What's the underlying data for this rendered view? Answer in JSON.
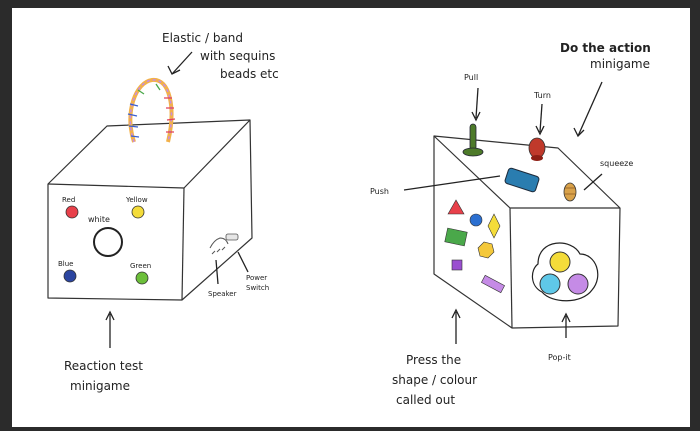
{
  "left_box": {
    "elastic_label_line1": "Elastic / band",
    "elastic_label_line2": "with sequins",
    "elastic_label_line3": "beads etc",
    "buttons": {
      "red": "Red",
      "yellow": "Yellow",
      "white": "white",
      "blue": "Blue",
      "green": "Green"
    },
    "speaker_label": "Speaker",
    "power_switch_line1": "Power",
    "power_switch_line2": "Switch",
    "caption_line1": "Reaction test",
    "caption_line2": "minigame"
  },
  "right_box": {
    "action_label_line1": "Do the action",
    "action_label_line2": "minigame",
    "pull_label": "Pull",
    "turn_label": "Turn",
    "squeeze_label": "squeeze",
    "push_label": "Push",
    "popit_label": "Pop-it",
    "caption_line1": "Press the",
    "caption_line2": "shape / colour",
    "caption_line3": "called out"
  },
  "colors": {
    "red": "#e8404a",
    "yellow": "#f4dc3a",
    "blue": "#2b45a0",
    "green": "#6cbf3a",
    "purple": "#c58be6",
    "cyan": "#5fc8e8",
    "teal_button": "#2a7db0",
    "pull_green": "#4d7a2a"
  }
}
